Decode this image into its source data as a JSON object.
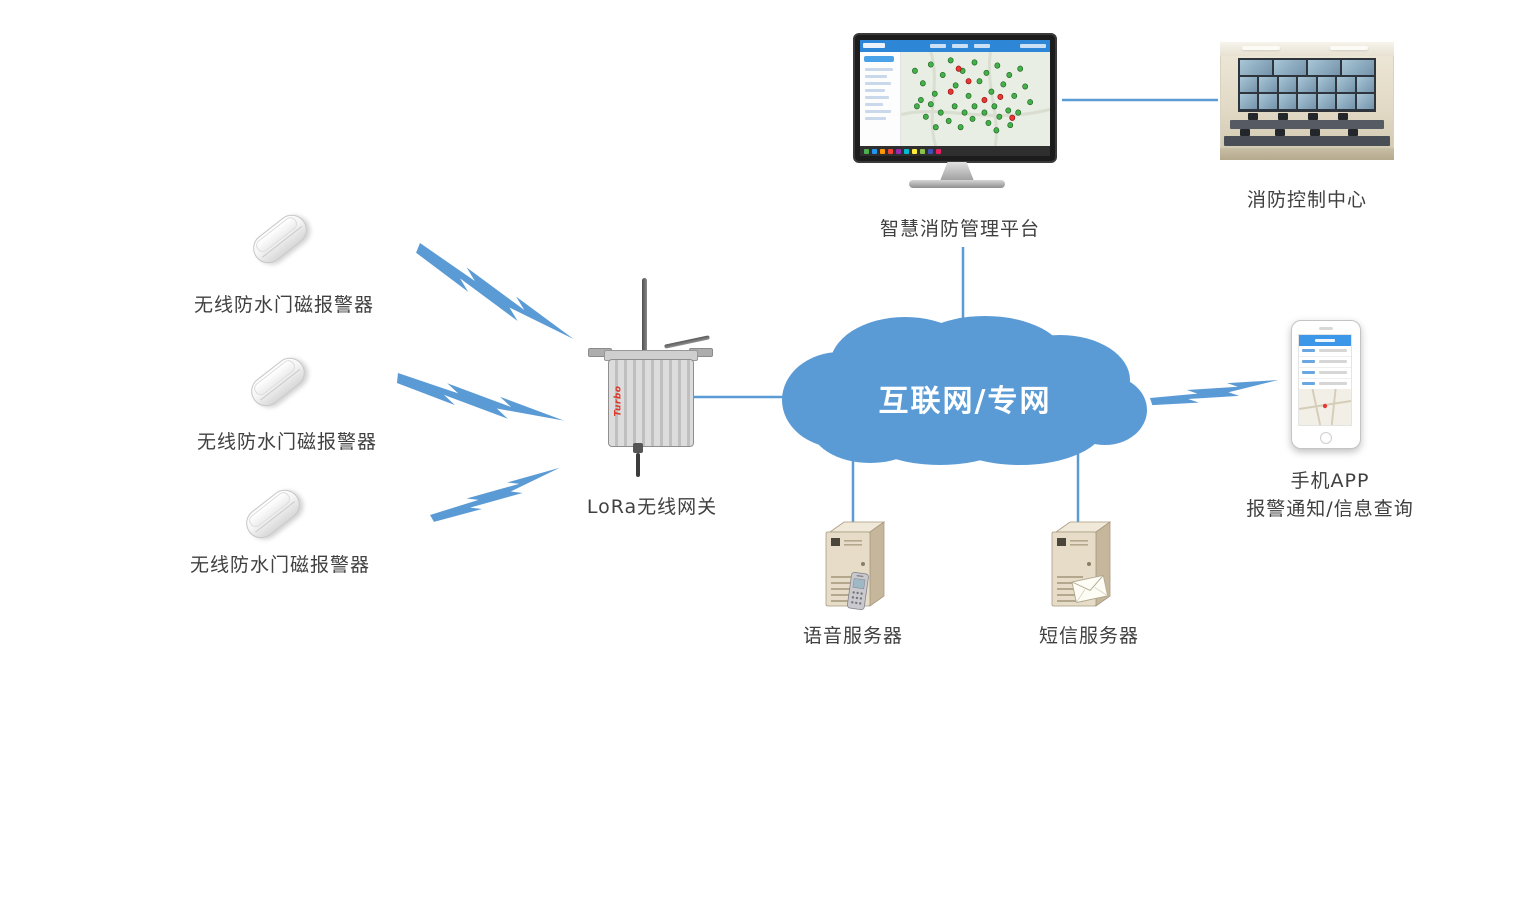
{
  "diagram": {
    "colors": {
      "accent": "#5B9BD5",
      "text": "#404040"
    },
    "sensors": [
      {
        "label": "无线防水门磁报警器"
      },
      {
        "label": "无线防水门磁报警器"
      },
      {
        "label": "无线防水门磁报警器"
      }
    ],
    "gateway": {
      "label": "LoRa无线网关",
      "brand": "Turbo"
    },
    "cloud": {
      "label": "互联网/专网"
    },
    "platform": {
      "label": "智慧消防管理平台"
    },
    "control_center": {
      "label": "消防控制中心"
    },
    "mobile": {
      "title": "手机APP",
      "subtitle": "报警通知/信息查询"
    },
    "voice_server": {
      "label": "语音服务器"
    },
    "sms_server": {
      "label": "短信服务器"
    }
  }
}
